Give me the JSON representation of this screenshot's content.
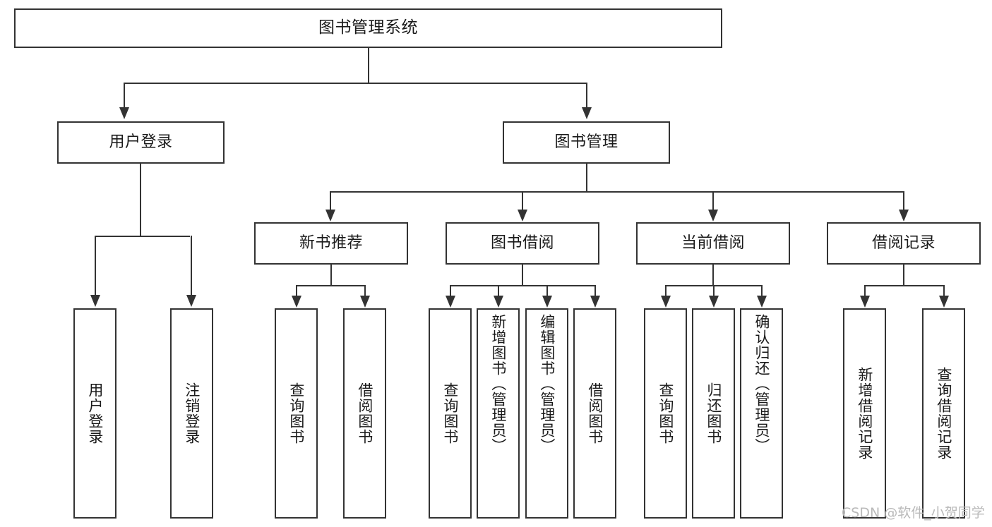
{
  "diagram": {
    "title": "图书管理系统",
    "type": "tree-hierarchy-functional-structure",
    "root": {
      "label": "图书管理系统"
    },
    "level1": [
      {
        "label": "用户登录"
      },
      {
        "label": "图书管理"
      }
    ],
    "level2": [
      {
        "label": "新书推荐"
      },
      {
        "label": "图书借阅"
      },
      {
        "label": "当前借阅"
      },
      {
        "label": "借阅记录"
      }
    ],
    "leaves": {
      "user_login": [
        {
          "label": "用户登录"
        },
        {
          "label": "注销登录"
        }
      ],
      "new_book_recommend": [
        {
          "label": "查询图书"
        },
        {
          "label": "借阅图书"
        }
      ],
      "book_borrow": [
        {
          "label": "查询图书"
        },
        {
          "label": "新增图书（管理员）"
        },
        {
          "label": "编辑图书（管理员）"
        },
        {
          "label": "借阅图书"
        }
      ],
      "current_borrow": [
        {
          "label": "查询图书"
        },
        {
          "label": "归还图书"
        },
        {
          "label": "确认归还（管理员）"
        }
      ],
      "borrow_records": [
        {
          "label": "新增借阅记录"
        },
        {
          "label": "查询借阅记录"
        }
      ]
    }
  },
  "watermark": {
    "text": "CSDN @软件_小贺同学"
  },
  "colors": {
    "stroke": "#333333",
    "fill": "#ffffff",
    "text": "#1a1a1a",
    "watermark": "#b9b9b9"
  }
}
